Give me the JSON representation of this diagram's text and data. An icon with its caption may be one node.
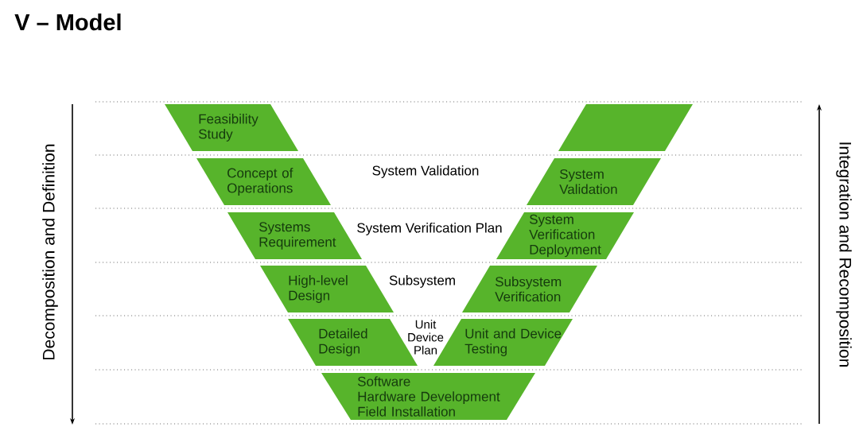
{
  "diagram": {
    "title": "V – Model",
    "nodes": [
      {
        "text": [
          "Feasibility Study"
        ]
      },
      {
        "text": [],
        "shape": "parallelogram"
      },
      {
        "text": [
          "Concept of Operations"
        ]
      },
      {
        "text": [
          "System Validation"
        ]
      },
      {
        "text": [
          "Systems Requirement"
        ]
      },
      {
        "text": [
          "System Verification Deployment"
        ]
      },
      {
        "text": [
          "High-level Design"
        ]
      },
      {
        "text": [
          "Subsystem Verification"
        ]
      },
      {
        "text": [
          "Detailed Design"
        ]
      },
      {
        "text": [
          "Unit and Device Testing"
        ]
      },
      {
        "text": [
          "Software",
          "Hardware Development",
          "Field Installation"
        ]
      }
    ],
    "labels": [
      "Decomposition and Definition",
      "System Validation",
      "System Verification Plan",
      "Subsystem",
      "Unit Device Plan",
      "Integration and Recomposition"
    ]
  }
}
